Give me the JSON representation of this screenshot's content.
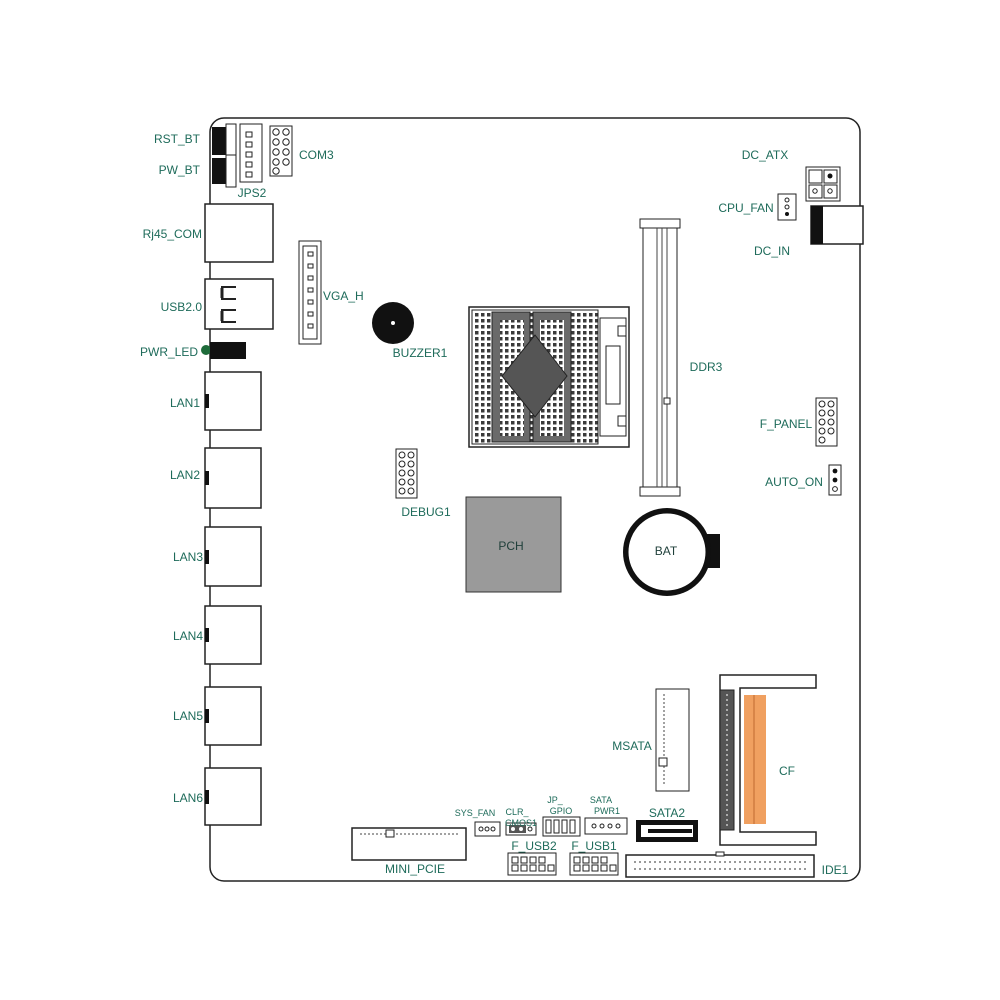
{
  "diagram": {
    "labels": {
      "rst_bt": "RST_BT",
      "pw_bt": "PW_BT",
      "jps2": "JPS2",
      "com3": "COM3",
      "rj45_com": "Rj45_COM",
      "usb20": "USB2.0",
      "vga_h": "VGA_H",
      "buzzer1": "BUZZER1",
      "pwr_led": "PWR_LED",
      "lan1": "LAN1",
      "lan2": "LAN2",
      "lan3": "LAN3",
      "lan4": "LAN4",
      "lan5": "LAN5",
      "lan6": "LAN6",
      "dc_atx": "DC_ATX",
      "cpu_fan": "CPU_FAN",
      "dc_in": "DC_IN",
      "ddr3": "DDR3",
      "f_panel": "F_PANEL",
      "auto_on": "AUTO_ON",
      "debug1": "DEBUG1",
      "pch": "PCH",
      "bat": "BAT",
      "msata": "MSATA",
      "cf": "CF",
      "sys_fan": "SYS_FAN",
      "clr_1": "CLR_",
      "clr_2": "CMOS1",
      "jp_1": "JP_",
      "jp_2": "GPIO",
      "sata_pwr_1": "SATA",
      "sata_pwr_2": "PWR1",
      "sata2": "SATA2",
      "mini_pcie": "MINI_PCIE",
      "f_usb2": "F_USB2",
      "f_usb1": "F_USB1",
      "ide1": "IDE1"
    },
    "colors": {
      "label": "#1e6b5a",
      "outline": "#222222",
      "pch_fill": "#9a9a9a",
      "cf_pins": "#f0a060",
      "led_green": "#1e6b3a"
    }
  }
}
